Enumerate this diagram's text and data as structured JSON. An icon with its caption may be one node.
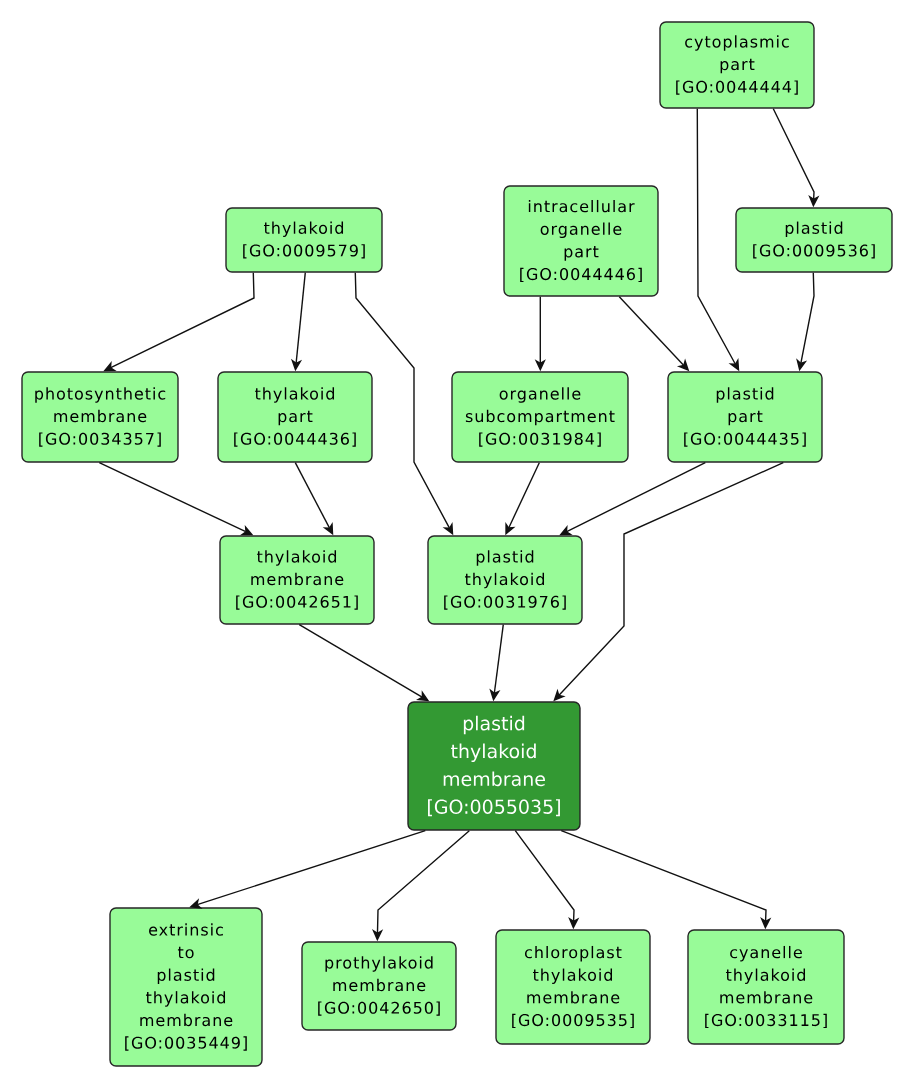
{
  "diagram": {
    "nodes": [
      {
        "text": [
          "cytoplasmic part [GO:0044444]"
        ]
      },
      {
        "text": [
          "thylakoid [GO:0009579]"
        ]
      },
      {
        "text": [
          "intracellular organelle part [GO:0044446]"
        ]
      },
      {
        "text": [
          "plastid [GO:0009536]"
        ]
      },
      {
        "text": [
          "photosynthetic membrane [GO:0034357]"
        ]
      },
      {
        "text": [
          "thylakoid part [GO:0044436]"
        ]
      },
      {
        "text": [
          "organelle subcompartment [GO:0031984]"
        ]
      },
      {
        "text": [
          "plastid part [GO:0044435]"
        ]
      },
      {
        "text": [
          "thylakoid membrane [GO:0042651]"
        ]
      },
      {
        "text": [
          "plastid thylakoid [GO:0031976]"
        ]
      },
      {
        "text": [
          "plastid thylakoid membrane [GO:0055035]"
        ]
      },
      {
        "text": [
          "extrinsic to plastid thylakoid membrane [GO:0035449]"
        ]
      },
      {
        "text": [
          "prothylakoid membrane [GO:0042650]"
        ]
      },
      {
        "text": [
          "chloroplast thylakoid membrane [GO:0009535]"
        ]
      },
      {
        "text": [
          "cyanelle thylakoid membrane [GO:0033115]"
        ]
      }
    ],
    "edges": [
      {
        "from": 0,
        "to": 3,
        "arrow": "to"
      },
      {
        "from": 0,
        "to": 7,
        "arrow": "to"
      },
      {
        "from": 1,
        "to": 4,
        "arrow": "to"
      },
      {
        "from": 1,
        "to": 5,
        "arrow": "to"
      },
      {
        "from": 1,
        "to": 9,
        "arrow": "to"
      },
      {
        "from": 2,
        "to": 6,
        "arrow": "to"
      },
      {
        "from": 2,
        "to": 7,
        "arrow": "to"
      },
      {
        "from": 3,
        "to": 7,
        "arrow": "to"
      },
      {
        "from": 4,
        "to": 8,
        "arrow": "to"
      },
      {
        "from": 5,
        "to": 8,
        "arrow": "to"
      },
      {
        "from": 6,
        "to": 9,
        "arrow": "to"
      },
      {
        "from": 7,
        "to": 9,
        "arrow": "to"
      },
      {
        "from": 7,
        "to": 10,
        "arrow": "to"
      },
      {
        "from": 8,
        "to": 10,
        "arrow": "to"
      },
      {
        "from": 9,
        "to": 10,
        "arrow": "to"
      },
      {
        "from": 10,
        "to": 11,
        "arrow": "to"
      },
      {
        "from": 10,
        "to": 12,
        "arrow": "to"
      },
      {
        "from": 10,
        "to": 13,
        "arrow": "to"
      },
      {
        "from": 10,
        "to": 14,
        "arrow": "to"
      }
    ]
  }
}
